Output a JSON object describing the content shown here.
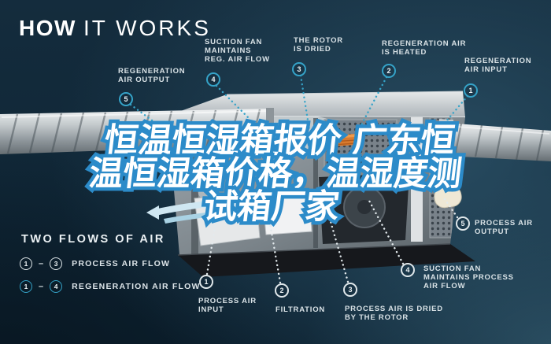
{
  "title": {
    "bold": "HOW",
    "light": "IT WORKS"
  },
  "overlay": {
    "lines": [
      "恒温恒湿箱报价 广东恒",
      "温恒湿箱价格，温湿度测",
      "试箱厂家"
    ],
    "fill_color": "#ffffff",
    "outline_color": "#2c8bc9"
  },
  "callouts": {
    "reg_output": {
      "num": "5",
      "label": "REGENERATION\nAIR OUTPUT",
      "flow": "regeneration"
    },
    "suction_reg": {
      "num": "4",
      "label": "SUCTION FAN\nMAINTAINS\nREG. AIR FLOW",
      "flow": "regeneration"
    },
    "rotor_dried": {
      "num": "3",
      "label": "THE ROTOR\nIS DRIED",
      "flow": "regeneration"
    },
    "reg_heated": {
      "num": "2",
      "label": "REGENERATION AIR\nIS HEATED",
      "flow": "regeneration"
    },
    "reg_input": {
      "num": "1",
      "label": "REGENERATION\nAIR INPUT",
      "flow": "regeneration"
    },
    "proc_output": {
      "num": "5",
      "label": "PROCESS AIR\nOUTPUT",
      "flow": "process"
    },
    "suction_proc": {
      "num": "4",
      "label": "SUCTION FAN\nMAINTAINS PROCESS\nAIR FLOW",
      "flow": "process"
    },
    "proc_dried": {
      "num": "3",
      "label": "PROCESS AIR IS DRIED\nBY THE ROTOR",
      "flow": "process"
    },
    "filtration": {
      "num": "2",
      "label": "FILTRATION",
      "flow": "process"
    },
    "proc_input": {
      "num": "1",
      "label": "PROCESS AIR\nINPUT",
      "flow": "process"
    }
  },
  "legend": {
    "title": "TWO FLOWS OF AIR",
    "separator": "–",
    "rows": [
      {
        "from": "1",
        "to": "3",
        "label": "PROCESS AIR FLOW",
        "flow": "process"
      },
      {
        "from": "1",
        "to": "4",
        "label": "REGENERATION AIR FLOW",
        "flow": "regeneration"
      }
    ]
  },
  "colors": {
    "accent_teal": "#35a3c8",
    "label_white": "#d9e2e6",
    "overlay_outline": "#2c8bc9",
    "heater_orange": "#d97b2e",
    "background_navy": "#102737"
  }
}
